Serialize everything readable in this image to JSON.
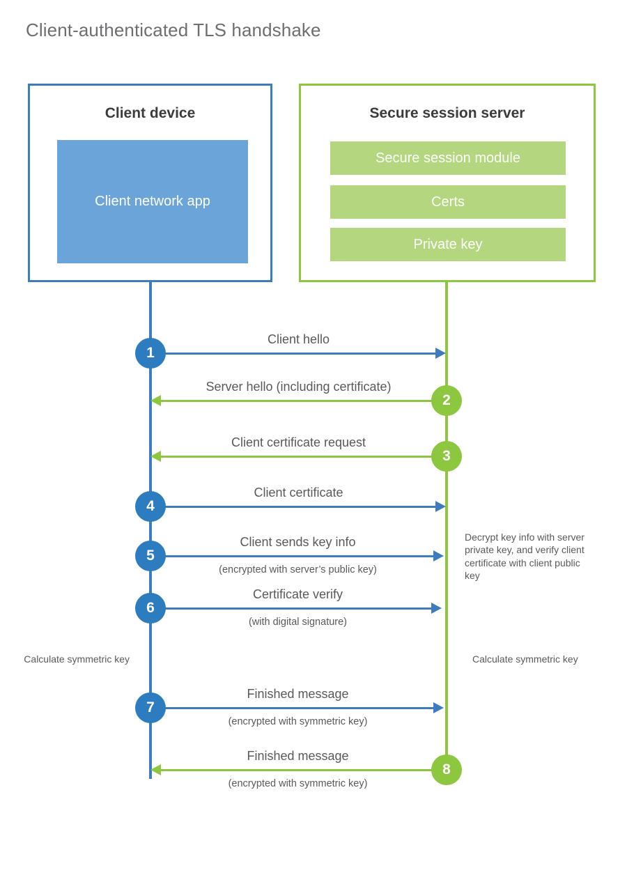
{
  "title": "Client-authenticated TLS handshake",
  "colors": {
    "blue_border": "#3e7cbe",
    "blue_circle": "#2e7cc0",
    "blue_fill": "#6ba4d8",
    "green_border": "#8dc63f",
    "green_circle": "#8dc63f",
    "green_fill": "#b4d67e",
    "title_text": "#6d6e71",
    "body_text": "#58595b"
  },
  "client": {
    "title": "Client device",
    "app_label": "Client network app"
  },
  "server": {
    "title": "Secure session server",
    "bars": [
      {
        "label": "Secure session module"
      },
      {
        "label": "Certs"
      },
      {
        "label": "Private key"
      }
    ]
  },
  "steps": [
    {
      "number": "1",
      "label": "Client hello",
      "sublabel": "",
      "direction": "client-to-server",
      "color": "blue"
    },
    {
      "number": "2",
      "label": "Server hello (including certificate)",
      "sublabel": "",
      "direction": "server-to-client",
      "color": "green"
    },
    {
      "number": "3",
      "label": "Client certificate request",
      "sublabel": "",
      "direction": "server-to-client",
      "color": "green"
    },
    {
      "number": "4",
      "label": "Client certificate",
      "sublabel": "",
      "direction": "client-to-server",
      "color": "blue"
    },
    {
      "number": "5",
      "label": "Client sends key info",
      "sublabel": "(encrypted with server’s public key)",
      "direction": "client-to-server",
      "color": "blue"
    },
    {
      "number": "6",
      "label": "Certificate verify",
      "sublabel": "(with digital signature)",
      "direction": "client-to-server",
      "color": "blue"
    },
    {
      "number": "7",
      "label": "Finished message",
      "sublabel": "(encrypted with symmetric key)",
      "direction": "client-to-server",
      "color": "blue"
    },
    {
      "number": "8",
      "label": "Finished message",
      "sublabel": "(encrypted with symmetric key)",
      "direction": "server-to-client",
      "color": "green"
    }
  ],
  "notes": {
    "decrypt": "Decrypt key info with server private key, and verify client certificate with client public key",
    "calculate_left": "Calculate symmetric key",
    "calculate_right": "Calculate symmetric key"
  }
}
